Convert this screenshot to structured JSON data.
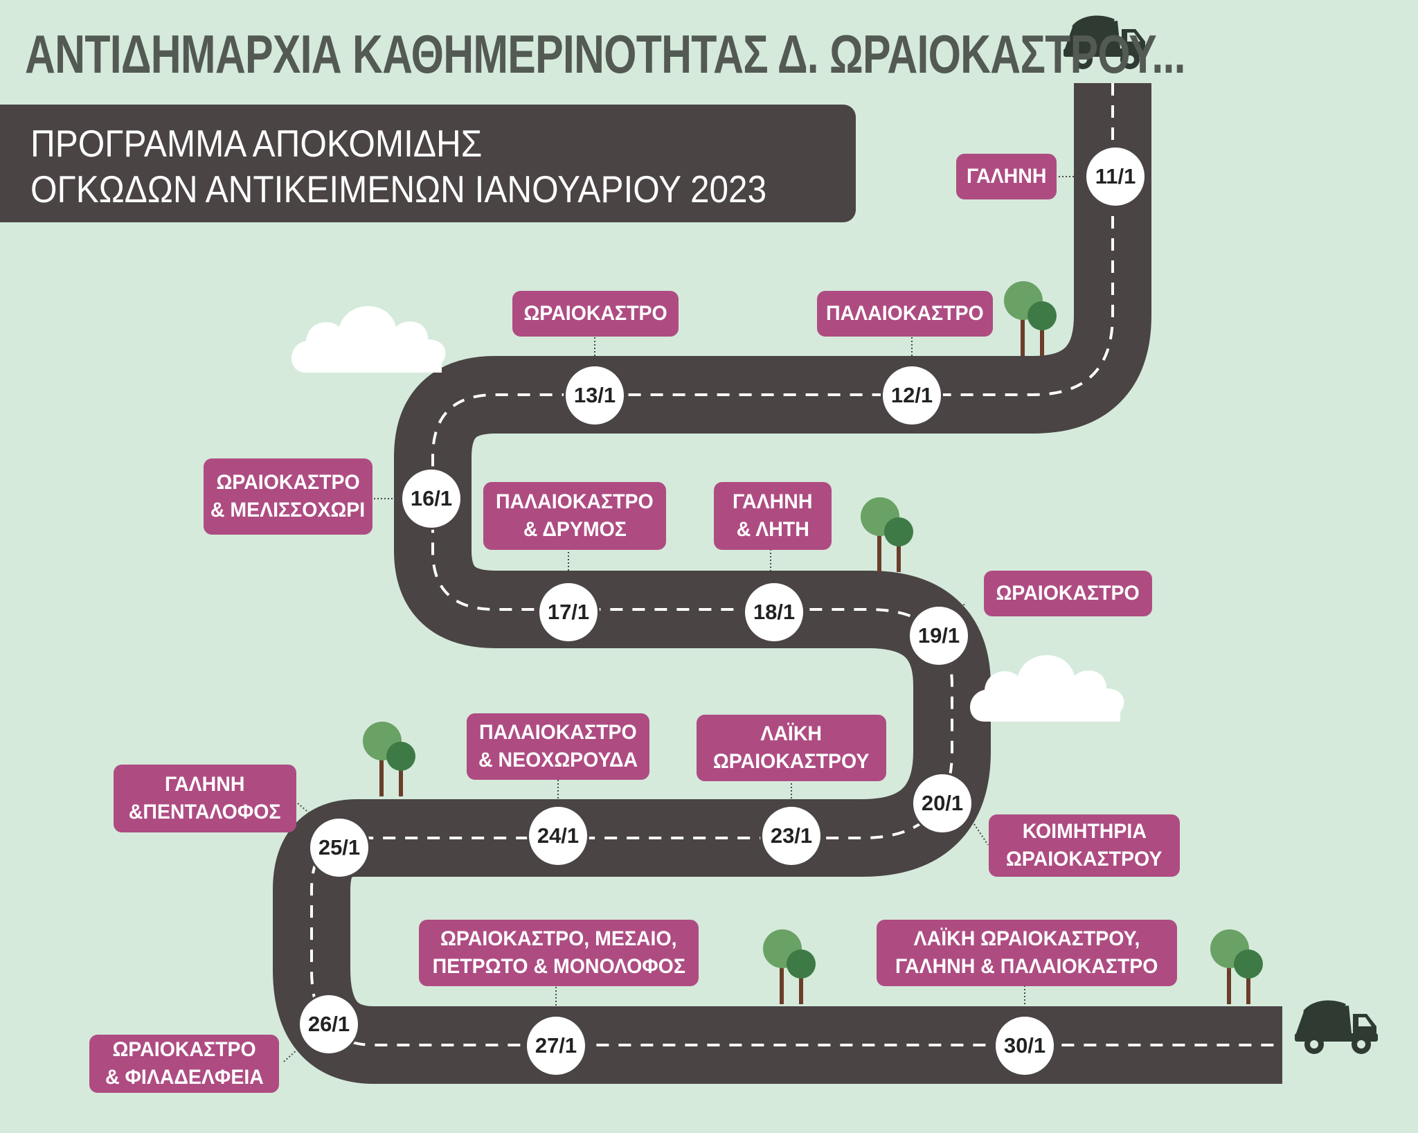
{
  "header": {
    "title": "ΑΝΤΙΔΗΜΑΡΧΙΑ ΚΑΘΗΜΕΡΙΝΟΤΗΤΑΣ Δ. ΩΡΑΙΟΚΑΣΤΡΟΥ...",
    "subtitle_line1": "ΠΡΟΓΡΑΜΜΑ ΑΠΟΚΟΜΙΔΗΣ",
    "subtitle_line2": "ΟΓΚΩΔΩΝ ΑΝΤΙΚΕΙΜΕΝΩΝ ΙΑΝΟΥΑΡΙΟΥ 2023"
  },
  "colors": {
    "background": "#d5eadb",
    "road": "#4a4445",
    "label": "#ae4c82",
    "title": "#535953",
    "tree_light": "#6aa165",
    "tree_dark": "#3e7a46",
    "truck": "#2f3a33"
  },
  "icons": [
    "garbage-truck-icon",
    "tree-icon",
    "cloud-icon"
  ],
  "stops": [
    {
      "date": "11/1",
      "lines": [
        "ΓΑΛΗΝΗ"
      ]
    },
    {
      "date": "12/1",
      "lines": [
        "ΠΑΛΑΙΟΚΑΣΤΡΟ"
      ]
    },
    {
      "date": "13/1",
      "lines": [
        "ΩΡΑΙΟΚΑΣΤΡΟ"
      ]
    },
    {
      "date": "16/1",
      "lines": [
        "ΩΡΑΙΟΚΑΣΤΡΟ",
        "& ΜΕΛΙΣΣΟΧΩΡΙ"
      ]
    },
    {
      "date": "17/1",
      "lines": [
        "ΠΑΛΑΙΟΚΑΣΤΡΟ",
        "& ΔΡΥΜΟΣ"
      ]
    },
    {
      "date": "18/1",
      "lines": [
        "ΓΑΛΗΝΗ",
        "& ΛΗΤΗ"
      ]
    },
    {
      "date": "19/1",
      "lines": [
        "ΩΡΑΙΟΚΑΣΤΡΟ"
      ]
    },
    {
      "date": "20/1",
      "lines": [
        "ΚΟΙΜΗΤΗΡΙΑ",
        "ΩΡΑΙΟΚΑΣΤΡΟΥ"
      ]
    },
    {
      "date": "23/1",
      "lines": [
        "ΛΑΪΚΗ",
        "ΩΡΑΙΟΚΑΣΤΡΟΥ"
      ]
    },
    {
      "date": "24/1",
      "lines": [
        "ΠΑΛΑΙΟΚΑΣΤΡΟ",
        "& ΝΕΟΧΩΡΟΥΔΑ"
      ]
    },
    {
      "date": "25/1",
      "lines": [
        "ΓΑΛΗΝΗ",
        "&ΠΕΝΤΑΛΟΦΟΣ"
      ]
    },
    {
      "date": "26/1",
      "lines": [
        "ΩΡΑΙΟΚΑΣΤΡΟ",
        "& ΦΙΛΑΔΕΛΦΕΙΑ"
      ]
    },
    {
      "date": "27/1",
      "lines": [
        "ΩΡΑΙΟΚΑΣΤΡΟ, ΜΕΣΑΙΟ,",
        "ΠΕΤΡΩΤΟ & ΜΟΝΟΛΟΦΟΣ"
      ]
    },
    {
      "date": "30/1",
      "lines": [
        "ΛΑΪΚΗ ΩΡΑΙΟΚΑΣΤΡΟΥ,",
        "ΓΑΛΗΝΗ & ΠΑΛΑΙΟΚΑΣΤΡΟ"
      ]
    }
  ]
}
